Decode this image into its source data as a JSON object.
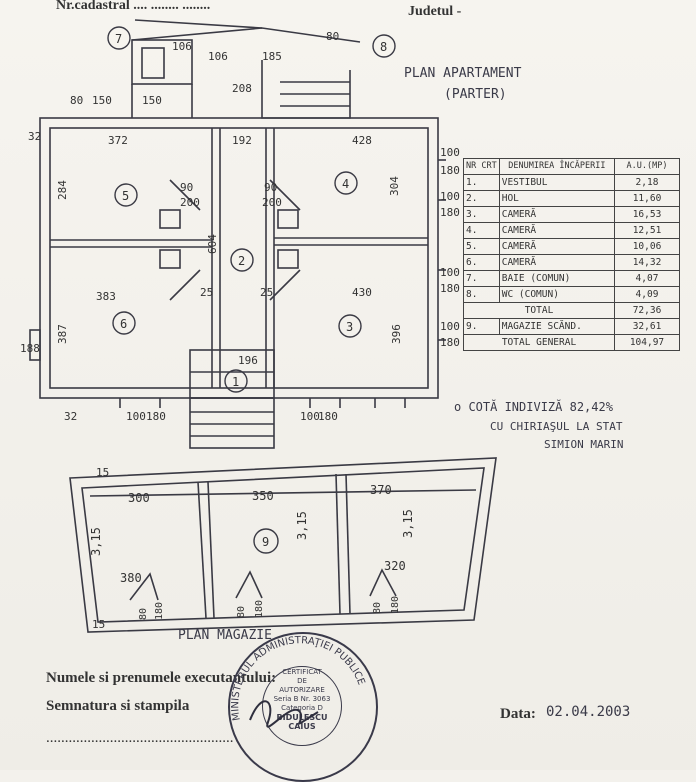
{
  "header": {
    "cadastral": "Nr.cadastral ....  ........ ........",
    "county": "Judetul -"
  },
  "plan_title": {
    "line1": "PLAN APARTAMENT",
    "line2": "(PARTER)"
  },
  "rooms_table": {
    "headers": [
      "NR CRT",
      "DENUMIREA ÎNCĂPERII",
      "A.U.(MP)"
    ],
    "rows": [
      [
        "1.",
        "VESTIBUL",
        "2,18"
      ],
      [
        "2.",
        "HOL",
        "11,60"
      ],
      [
        "3.",
        "CAMERĂ",
        "16,53"
      ],
      [
        "4.",
        "CAMERĂ",
        "12,51"
      ],
      [
        "5.",
        "CAMERĂ",
        "10,06"
      ],
      [
        "6.",
        "CAMERĂ",
        "14,32"
      ],
      [
        "7.",
        "BAIE (COMUN)",
        "4,07"
      ],
      [
        "8.",
        "WC (COMUN)",
        "4,09"
      ]
    ],
    "total_label": "TOTAL",
    "total_value": "72,36",
    "extra_row": [
      "9.",
      "MAGAZIE SCĂND.",
      "32,61"
    ],
    "grand_total_label": "TOTAL GENERAL",
    "grand_total_value": "104,97"
  },
  "note": {
    "line1": "o COTĂ INDIVIZĂ 82,42%",
    "line2": "CU CHIRIAŞUL LA STAT",
    "line3": "SIMION MARIN"
  },
  "room_labels": [
    "1",
    "2",
    "3",
    "4",
    "5",
    "6",
    "7",
    "8",
    "9"
  ],
  "dimensions": {
    "top_left": "372",
    "top_right": "428",
    "top_center": "192",
    "top_208": "208",
    "left_284": "284",
    "right_304": "304",
    "hall_604": "604",
    "mid_383": "383",
    "mid_430": "430",
    "left_387": "387",
    "right_396": "396",
    "d90": "90",
    "d200a": "200",
    "d200b": "200",
    "d90b": "90",
    "d25a": "25",
    "d25b": "25",
    "d196": "196",
    "d100a": "100",
    "d180a": "180",
    "d100b": "100",
    "d180b": "180",
    "d100c": "100",
    "d180c": "180",
    "d100d": "100",
    "d180d": "180",
    "d80a": "80",
    "d150a": "150",
    "d150b": "150",
    "d106a": "106",
    "d106b": "106",
    "d185": "185",
    "d80b": "80",
    "d180bot": "180",
    "d100bot": "100",
    "d180bot2": "180",
    "d100bot2": "100",
    "d32a": "32",
    "d32b": "32",
    "d188": "188",
    "d15": "15",
    "d15b": "15",
    "mag_300": "300",
    "mag_350": "350",
    "mag_370": "370",
    "mag_315a": "3,15",
    "mag_315b": "3,15",
    "mag_315c": "3,15",
    "mag_380": "380",
    "mag_320": "320",
    "mag_80a": "80",
    "mag_180a": "180",
    "mag_80b": "80",
    "mag_180b": "180",
    "mag_80c": "80",
    "mag_180c": "180"
  },
  "magazie_title": "PLAN MAGAZIE",
  "footer": {
    "executor": "Numele si prenumele executantului:",
    "signature": "Semnatura si stampila",
    "dots": "..................................................",
    "date_label": "Data:",
    "date_value": "02.04.2003"
  },
  "stamp": {
    "ring_text": "MINISTERUL ADMINISTRAŢIEI PUBLICE",
    "line1": "CERTIFICAT",
    "line2": "DE",
    "line3": "AUTORIZARE",
    "line4": "Seria B Nr. 3063",
    "line5": "Categoria D",
    "line6": "BIDULESCU",
    "line7": "CAIUS"
  }
}
